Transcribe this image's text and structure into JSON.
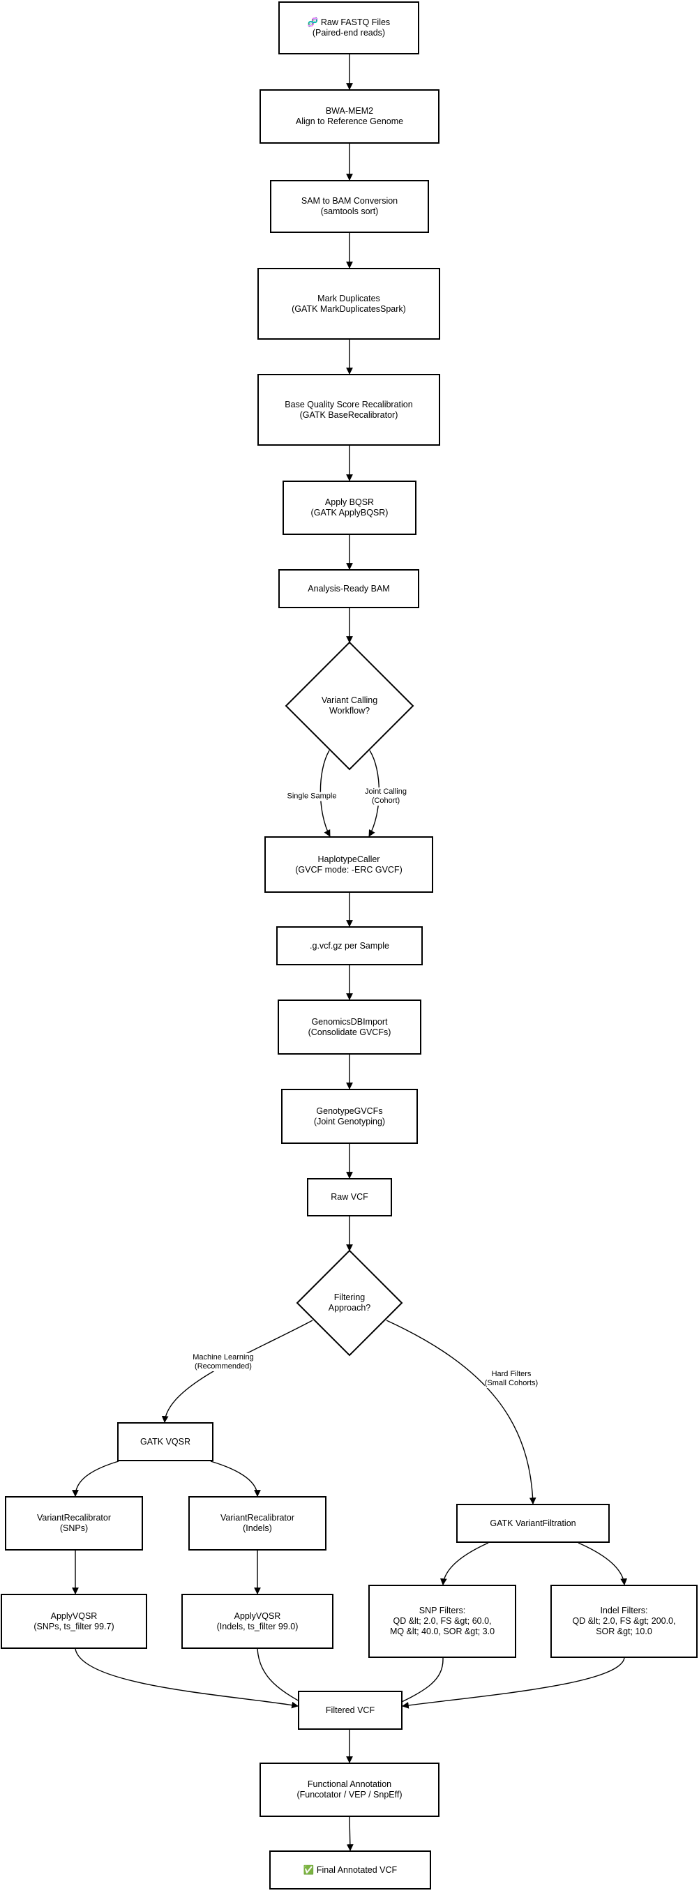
{
  "nodes": {
    "raw_fastq": "🧬 Raw FASTQ Files\n(Paired-end reads)",
    "bwa": "BWA-MEM2\nAlign to Reference Genome",
    "sam_bam": "SAM to BAM Conversion\n(samtools sort)",
    "mark_dup": "Mark Duplicates\n(GATK MarkDuplicatesSpark)",
    "bqsr": "Base Quality Score Recalibration\n(GATK BaseRecalibrator)",
    "apply_bqsr": "Apply BQSR\n(GATK ApplyBQSR)",
    "analysis_bam": "Analysis-Ready BAM",
    "variant_decision": "Variant Calling\nWorkflow?",
    "haplotype": "HaplotypeCaller\n(GVCF mode: -ERC GVCF)",
    "gvcf": ".g.vcf.gz per Sample",
    "genomicsdb": "GenomicsDBImport\n(Consolidate GVCFs)",
    "genotype": "GenotypeGVCFs\n(Joint Genotyping)",
    "raw_vcf": "Raw VCF",
    "filter_decision": "Filtering\nApproach?",
    "vqsr": "GATK VQSR",
    "vr_snps": "VariantRecalibrator\n(SNPs)",
    "vr_indels": "VariantRecalibrator\n(Indels)",
    "apply_snps": "ApplyVQSR\n(SNPs, ts_filter 99.7)",
    "apply_indels": "ApplyVQSR\n(Indels, ts_filter 99.0)",
    "var_filt": "GATK VariantFiltration",
    "snp_filters": "SNP Filters:\nQD &lt; 2.0, FS &gt; 60.0,\nMQ &lt; 40.0, SOR &gt; 3.0",
    "indel_filters": "Indel Filters:\nQD &lt; 2.0, FS &gt; 200.0,\nSOR &gt; 10.0",
    "filtered_vcf": "Filtered VCF",
    "annotation": "Functional Annotation\n(Funcotator / VEP / SnpEff)",
    "final_vcf": "✅ Final Annotated VCF"
  },
  "edge_labels": {
    "single_sample": "Single Sample",
    "joint_calling": "Joint Calling\n(Cohort)",
    "machine_learning": "Machine Learning\n(Recommended)",
    "hard_filters": "Hard Filters\n(Small Cohorts)"
  }
}
